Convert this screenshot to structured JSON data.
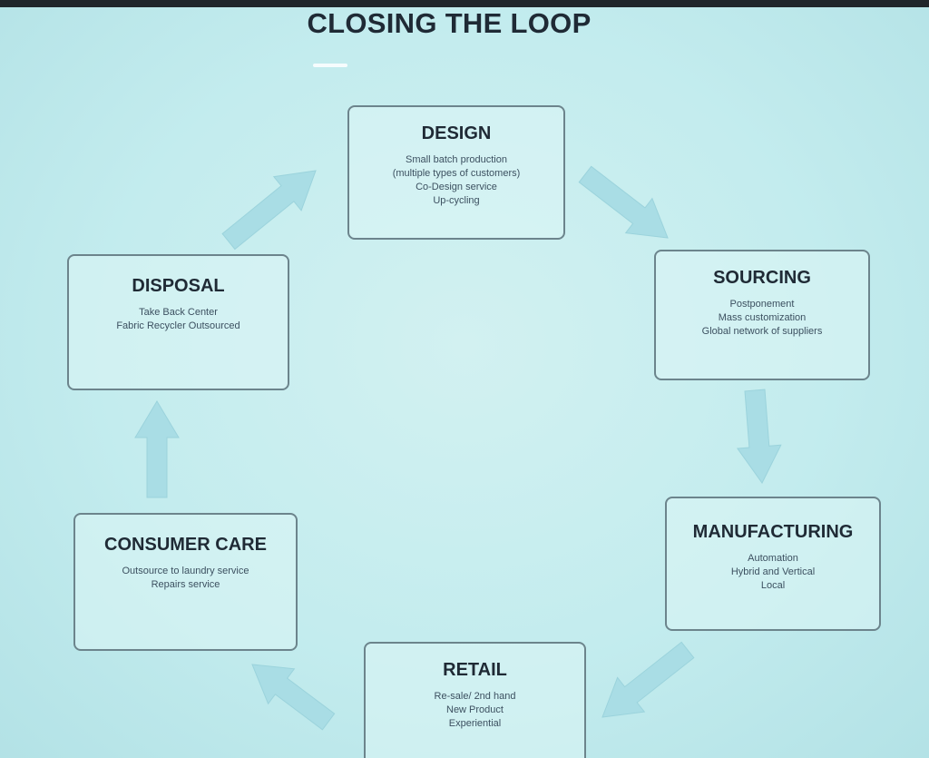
{
  "title": "CLOSING THE LOOP",
  "stages": {
    "design": {
      "title": "DESIGN",
      "lines": [
        "Small batch production",
        "(multiple types of customers)",
        "Co-Design service",
        "Up-cycling"
      ]
    },
    "sourcing": {
      "title": "SOURCING",
      "lines": [
        "Postponement",
        "Mass customization",
        "Global network of suppliers"
      ]
    },
    "manufacturing": {
      "title": "MANUFACTURING",
      "lines": [
        "Automation",
        "Hybrid and Vertical",
        "Local"
      ]
    },
    "retail": {
      "title": "RETAIL",
      "lines": [
        "Re-sale/ 2nd hand",
        "New Product",
        "Experiential"
      ]
    },
    "consumer_care": {
      "title": "CONSUMER CARE",
      "lines": [
        "Outsource to laundry service",
        "Repairs service"
      ]
    },
    "disposal": {
      "title": "DISPOSAL",
      "lines": [
        "Take Back Center",
        "Fabric Recycler Outsourced"
      ]
    }
  },
  "colors": {
    "background": "#c3ecee",
    "box_border": "#6c848c",
    "arrow": "#a9dde5",
    "text": "#1f2a35"
  }
}
